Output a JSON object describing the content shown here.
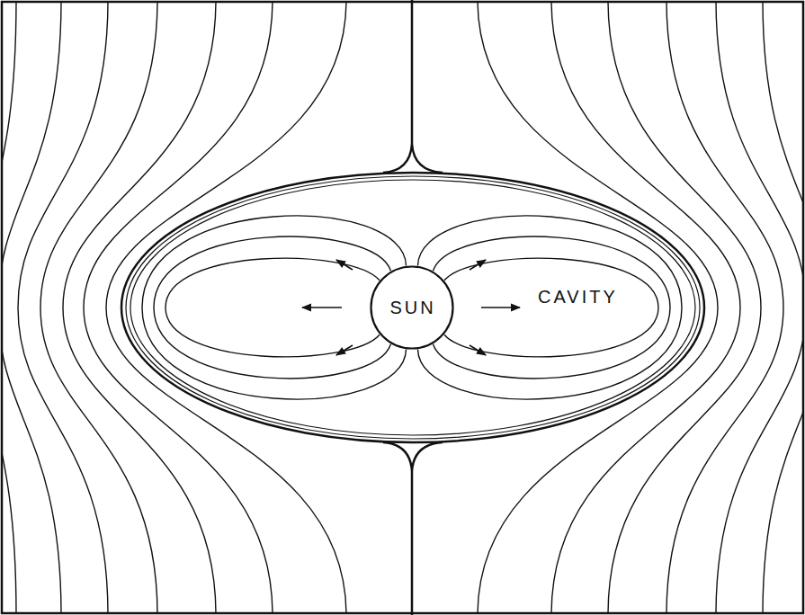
{
  "diagram": {
    "nodes": [
      {
        "text": [
          "CAVITY"
        ]
      },
      {
        "text": [
          "SUN"
        ],
        "in": 0
      }
    ]
  }
}
